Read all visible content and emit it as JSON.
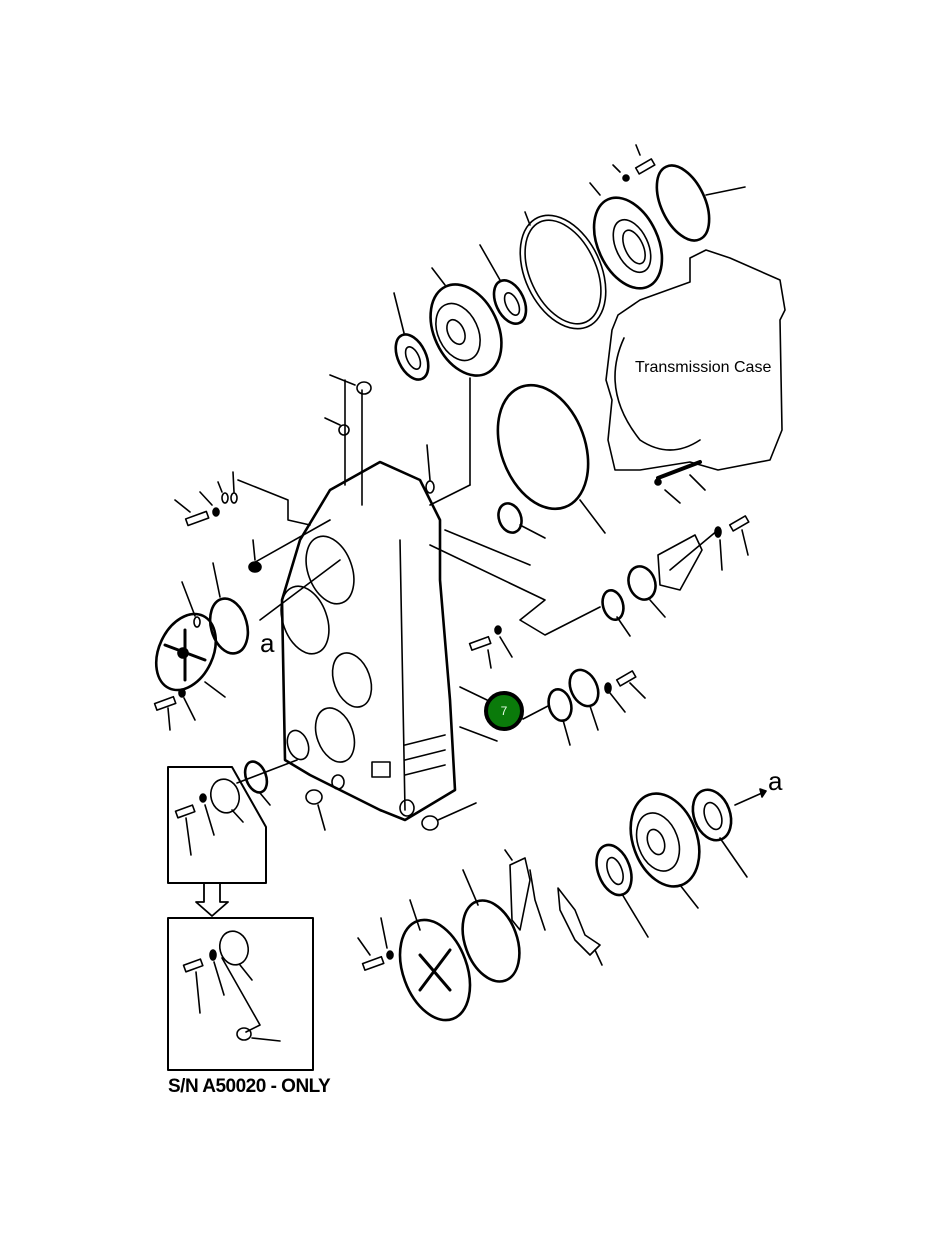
{
  "diagram": {
    "title": "Transmission case exploded parts view",
    "labels": {
      "transmission_case": "Transmission Case",
      "reference_a_left": "a",
      "reference_a_right": "a",
      "serial_note": "S/N A50020 - ONLY"
    },
    "callouts": [
      {
        "number": "7",
        "color": "#0a7a0a",
        "border": "#000000"
      }
    ]
  }
}
